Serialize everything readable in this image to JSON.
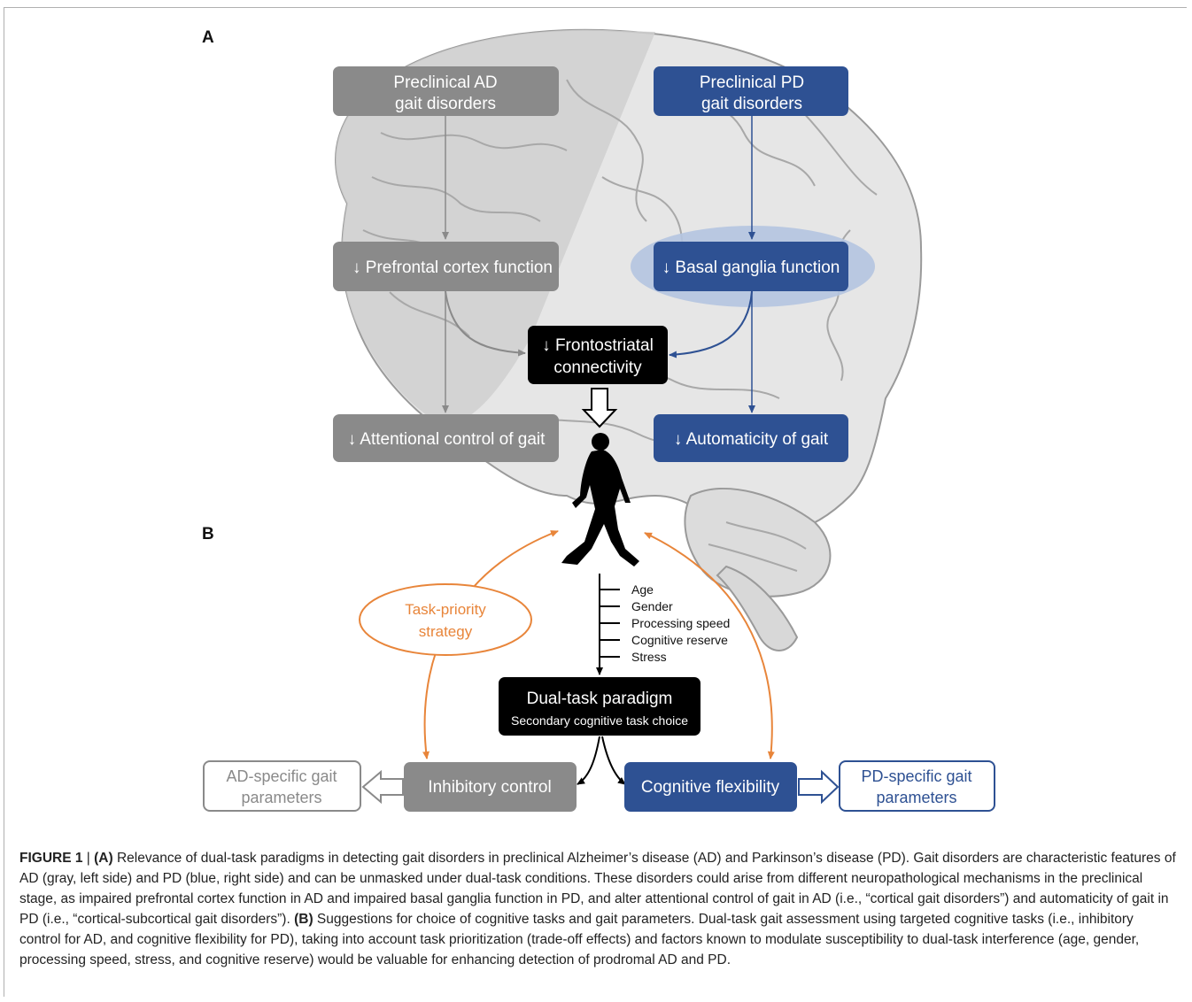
{
  "panels": {
    "a": "A",
    "b": "B"
  },
  "boxes": {
    "preclinical_ad": [
      "Preclinical AD",
      "gait disorders"
    ],
    "preclinical_pd": [
      "Preclinical PD",
      "gait disorders"
    ],
    "prefrontal": "↓ Prefrontal cortex function",
    "basal_ganglia": "↓ Basal ganglia function",
    "frontostriatal": [
      "↓ Frontostriatal",
      "connectivity"
    ],
    "attentional": "↓ Attentional control of gait",
    "automaticity": "↓ Automaticity of gait",
    "task_priority": [
      "Task-priority",
      "strategy"
    ],
    "dual_task": "Dual-task paradigm",
    "dual_task_sub": "Secondary cognitive task choice",
    "inhibitory": "Inhibitory control",
    "flexibility": "Cognitive flexibility",
    "ad_specific": [
      "AD-specific gait",
      "parameters"
    ],
    "pd_specific": [
      "PD-specific gait",
      "parameters"
    ]
  },
  "factors": [
    "Age",
    "Gender",
    "Processing speed",
    "Cognitive reserve",
    "Stress"
  ],
  "colors": {
    "ad_gray": "#8a8a8a",
    "pd_blue": "#2e5193",
    "accent_orange": "#e8853a",
    "black_box": "#000000",
    "highlight": "#b4c4e0"
  },
  "caption": {
    "figure_label": "FIGURE 1",
    "separator": " | ",
    "a_label": "(A)",
    "a_text": " Relevance of dual-task paradigms in detecting gait disorders in preclinical Alzheimer’s disease (AD) and Parkinson’s disease (PD). Gait disorders are characteristic features of AD (gray, left side) and PD (blue, right side) and can be unmasked under dual-task conditions. These disorders could arise from different neuropathological mechanisms in the preclinical stage, as impaired prefrontal cortex function in AD and impaired basal ganglia function in PD, and alter attentional control of gait in AD (i.e., “cortical gait disorders”) and automaticity of gait in PD (i.e., “cortical-subcortical gait disorders”). ",
    "b_label": "(B)",
    "b_text": " Suggestions for choice of cognitive tasks and gait parameters. Dual-task gait assessment using targeted cognitive tasks (i.e., inhibitory control for AD, and cognitive flexibility for PD), taking into account task prioritization (trade-off effects) and factors known to modulate susceptibility to dual-task interference (age, gender, processing speed, stress, and cognitive reserve) would be valuable for enhancing detection of prodromal AD and PD."
  }
}
